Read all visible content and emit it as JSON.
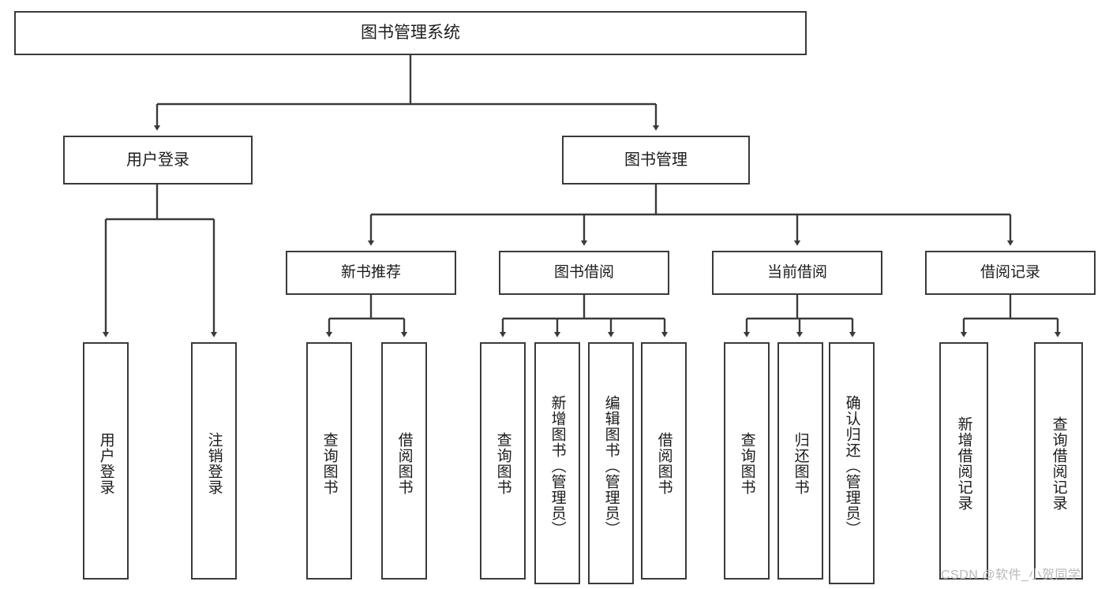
{
  "diagram": {
    "title": "图书管理系统",
    "type": "tree",
    "watermark": "CSDN @软件_小贺同学",
    "colors": {
      "box_border": "#3a3a3a",
      "box_fill": "#ffffff",
      "edge": "#3a3a3a",
      "text": "#1c1c1c",
      "watermark": "#b9b9b9"
    },
    "nodes": {
      "root": {
        "label": "图书管理系统"
      },
      "level2": [
        {
          "id": "user-login",
          "label": "用户登录"
        },
        {
          "id": "book-manage",
          "label": "图书管理"
        }
      ],
      "level3": [
        {
          "id": "new-book-recommend",
          "label": "新书推荐"
        },
        {
          "id": "book-borrow",
          "label": "图书借阅"
        },
        {
          "id": "current-borrow",
          "label": "当前借阅"
        },
        {
          "id": "borrow-record",
          "label": "借阅记录"
        }
      ],
      "leaves": [
        {
          "id": "leaf-user-login",
          "label": "用户登录",
          "parent": "user-login"
        },
        {
          "id": "leaf-user-logout",
          "label": "注销登录",
          "parent": "user-login"
        },
        {
          "id": "leaf-query-book-1",
          "label": "查询图书",
          "parent": "new-book-recommend"
        },
        {
          "id": "leaf-borrow-book-1",
          "label": "借阅图书",
          "parent": "new-book-recommend"
        },
        {
          "id": "leaf-query-book-2",
          "label": "查询图书",
          "parent": "book-borrow"
        },
        {
          "id": "leaf-add-book",
          "label": "新增图书（管理员）",
          "parent": "book-borrow"
        },
        {
          "id": "leaf-edit-book",
          "label": "编辑图书（管理员）",
          "parent": "book-borrow"
        },
        {
          "id": "leaf-borrow-book-2",
          "label": "借阅图书",
          "parent": "book-borrow"
        },
        {
          "id": "leaf-query-book-3",
          "label": "查询图书",
          "parent": "current-borrow"
        },
        {
          "id": "leaf-return-book",
          "label": "归还图书",
          "parent": "current-borrow"
        },
        {
          "id": "leaf-confirm-return",
          "label": "确认归还（管理员）",
          "parent": "current-borrow"
        },
        {
          "id": "leaf-add-record",
          "label": "新增借阅记录",
          "parent": "borrow-record"
        },
        {
          "id": "leaf-query-record",
          "label": "查询借阅记录",
          "parent": "borrow-record"
        }
      ]
    }
  }
}
